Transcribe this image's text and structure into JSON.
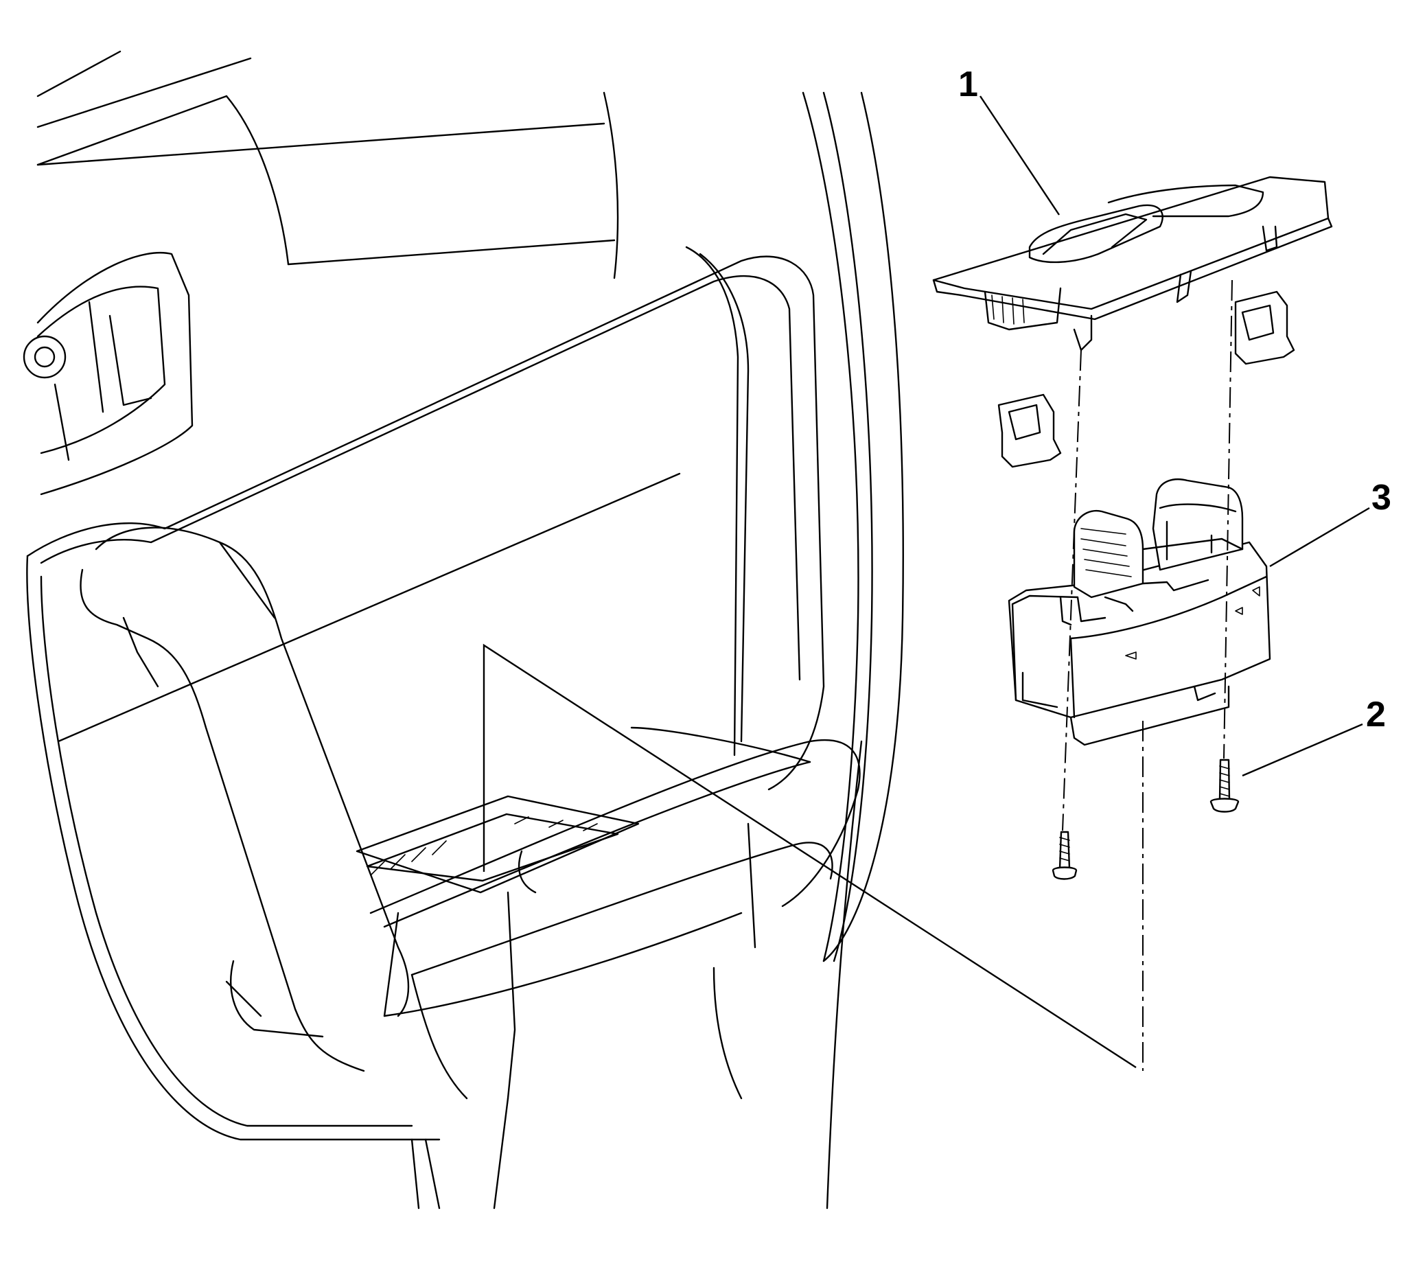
{
  "callouts": [
    {
      "id": "1",
      "label": "1"
    },
    {
      "id": "2",
      "label": "2"
    },
    {
      "id": "3",
      "label": "3"
    }
  ],
  "colors": {
    "stroke": "#000000",
    "background": "#ffffff"
  }
}
